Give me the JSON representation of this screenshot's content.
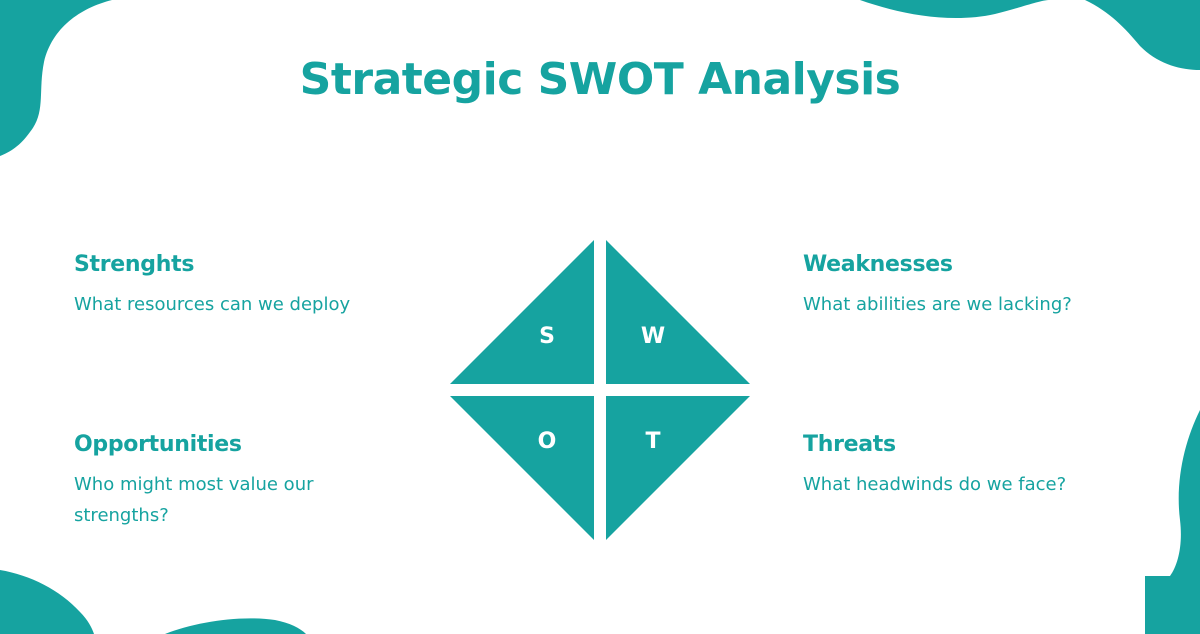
{
  "colors": {
    "accent": "#16a3a0",
    "background": "#ffffff",
    "letter": "#ffffff"
  },
  "title": "Strategic SWOT Analysis",
  "diagram": {
    "letters": {
      "s": "S",
      "w": "W",
      "o": "O",
      "t": "T"
    }
  },
  "quadrants": {
    "strengths": {
      "heading": "Strenghts",
      "body": "What resources can we deploy"
    },
    "weaknesses": {
      "heading": "Weaknesses",
      "body": "What abilities are we lacking?"
    },
    "opportunities": {
      "heading": "Opportunities",
      "body": "Who might most value our strengths?"
    },
    "threats": {
      "heading": "Threats",
      "body": "What headwinds do we face?"
    }
  }
}
